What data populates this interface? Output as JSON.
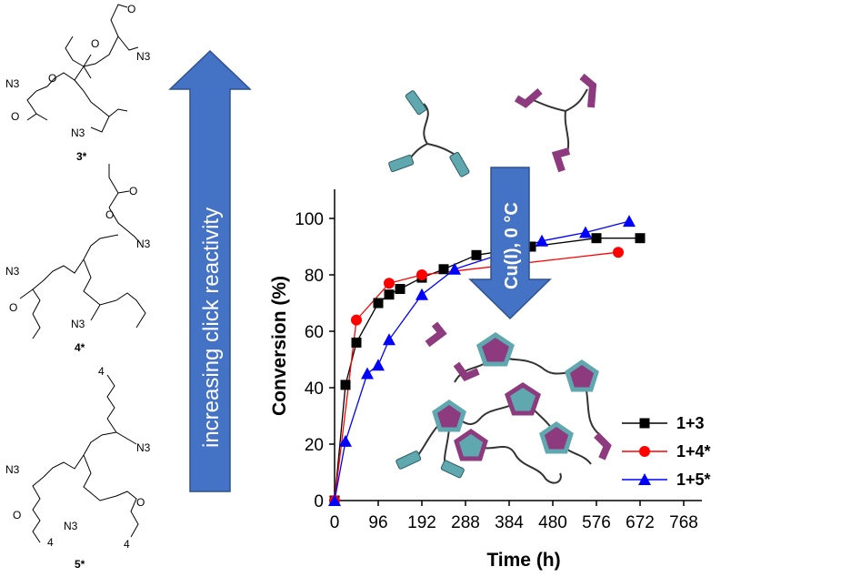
{
  "molecules": [
    {
      "label": "3*",
      "azide": "N3",
      "carbonyl_o": "O",
      "ring_o": "O"
    },
    {
      "label": "4*",
      "azide": "N3",
      "carbonyl_o": "O",
      "ring_o": "O"
    },
    {
      "label": "5*",
      "azide": "N3",
      "carbonyl_o": "O",
      "ring_o": "O",
      "chain_repeat": "4"
    }
  ],
  "arrow_label": "increasing click reactivity",
  "condition_label": "Cu(I), 0 °C",
  "colors": {
    "arrow_fill": "#4472c4",
    "arrow_stroke": "#2f528f",
    "teal": "#5fa8b0",
    "purple": "#8e3a7e",
    "series_1": "#000000",
    "series_2": "#ff0000",
    "series_3": "#0000ff"
  },
  "chart_data": {
    "type": "line",
    "xlabel": "Time (h)",
    "ylabel": "Conversion (%)",
    "xlim": [
      0,
      768
    ],
    "ylim": [
      0,
      110
    ],
    "xticks": [
      0,
      96,
      192,
      288,
      384,
      480,
      576,
      672,
      768
    ],
    "yticks": [
      0,
      20,
      40,
      60,
      80,
      100
    ],
    "grid": false,
    "legend_position": "bottom-right",
    "series": [
      {
        "name": "1+3",
        "marker": "square",
        "color": "#000000",
        "x": [
          0,
          24,
          48,
          96,
          120,
          144,
          192,
          240,
          312,
          432,
          576,
          672
        ],
        "y": [
          0,
          41,
          56,
          70,
          73,
          75,
          79,
          82,
          87,
          90,
          93,
          93
        ]
      },
      {
        "name": "1+4*",
        "marker": "circle",
        "color": "#ff0000",
        "x": [
          0,
          48,
          120,
          192,
          624
        ],
        "y": [
          0,
          64,
          77,
          80,
          88
        ]
      },
      {
        "name": "1+5*",
        "marker": "triangle",
        "color": "#0000ff",
        "x": [
          0,
          24,
          72,
          96,
          120,
          192,
          264,
          456,
          552,
          648
        ],
        "y": [
          0,
          21,
          45,
          48,
          57,
          73,
          82,
          92,
          95,
          99
        ]
      }
    ]
  }
}
